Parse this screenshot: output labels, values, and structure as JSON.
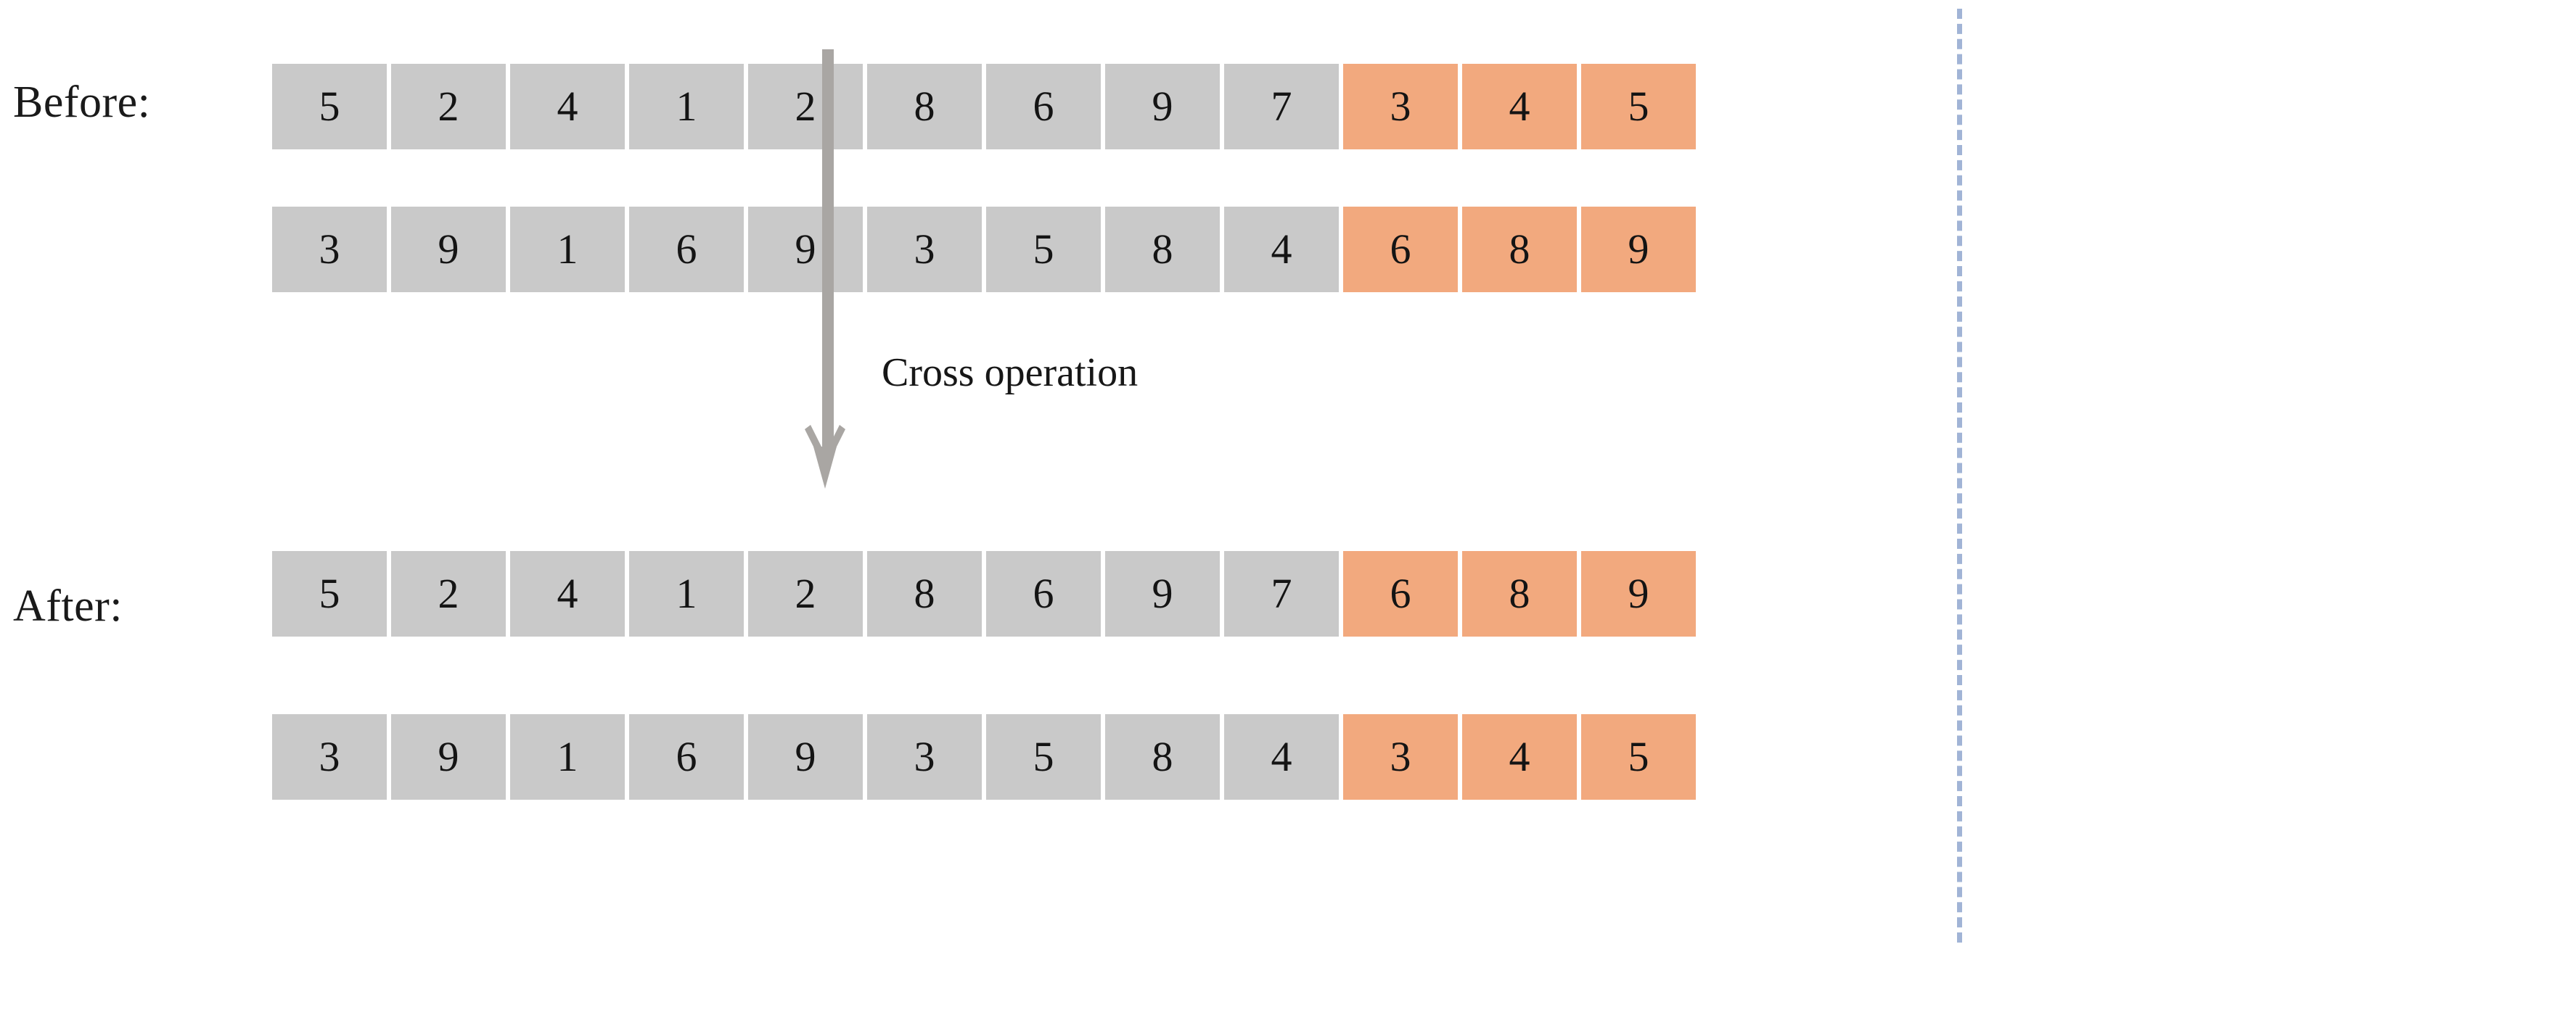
{
  "figure": {
    "title": "Cross operation on two parent chromosomes",
    "operation_label": "Cross operation",
    "labels": {
      "before": "Before:",
      "after": "After:"
    },
    "colors": {
      "gray_cell": "#c9c9c9",
      "orange_cell": "#f2a97e",
      "split_line": "#9cb0d4",
      "arrow": "#a9a6a3",
      "text": "#141414",
      "background": "#ffffff"
    },
    "icons": {
      "arrow": "down-arrow-icon",
      "split": "dashed-split-line-icon"
    }
  },
  "rows": [
    {
      "id": "before-1",
      "group": "before",
      "index": 1,
      "gray": [
        "5",
        "2",
        "4",
        "1",
        "2",
        "8",
        "6",
        "9",
        "7"
      ],
      "orange": [
        "3",
        "4",
        "5"
      ]
    },
    {
      "id": "before-2",
      "group": "before",
      "index": 2,
      "gray": [
        "3",
        "9",
        "1",
        "6",
        "9",
        "3",
        "5",
        "8",
        "4"
      ],
      "orange": [
        "6",
        "8",
        "9"
      ]
    },
    {
      "id": "after-1",
      "group": "after",
      "index": 1,
      "gray": [
        "5",
        "2",
        "4",
        "1",
        "2",
        "8",
        "6",
        "9",
        "7"
      ],
      "orange": [
        "6",
        "8",
        "9"
      ]
    },
    {
      "id": "after-2",
      "group": "after",
      "index": 2,
      "gray": [
        "3",
        "9",
        "1",
        "6",
        "9",
        "3",
        "5",
        "8",
        "4"
      ],
      "orange": [
        "3",
        "4",
        "5"
      ]
    }
  ]
}
